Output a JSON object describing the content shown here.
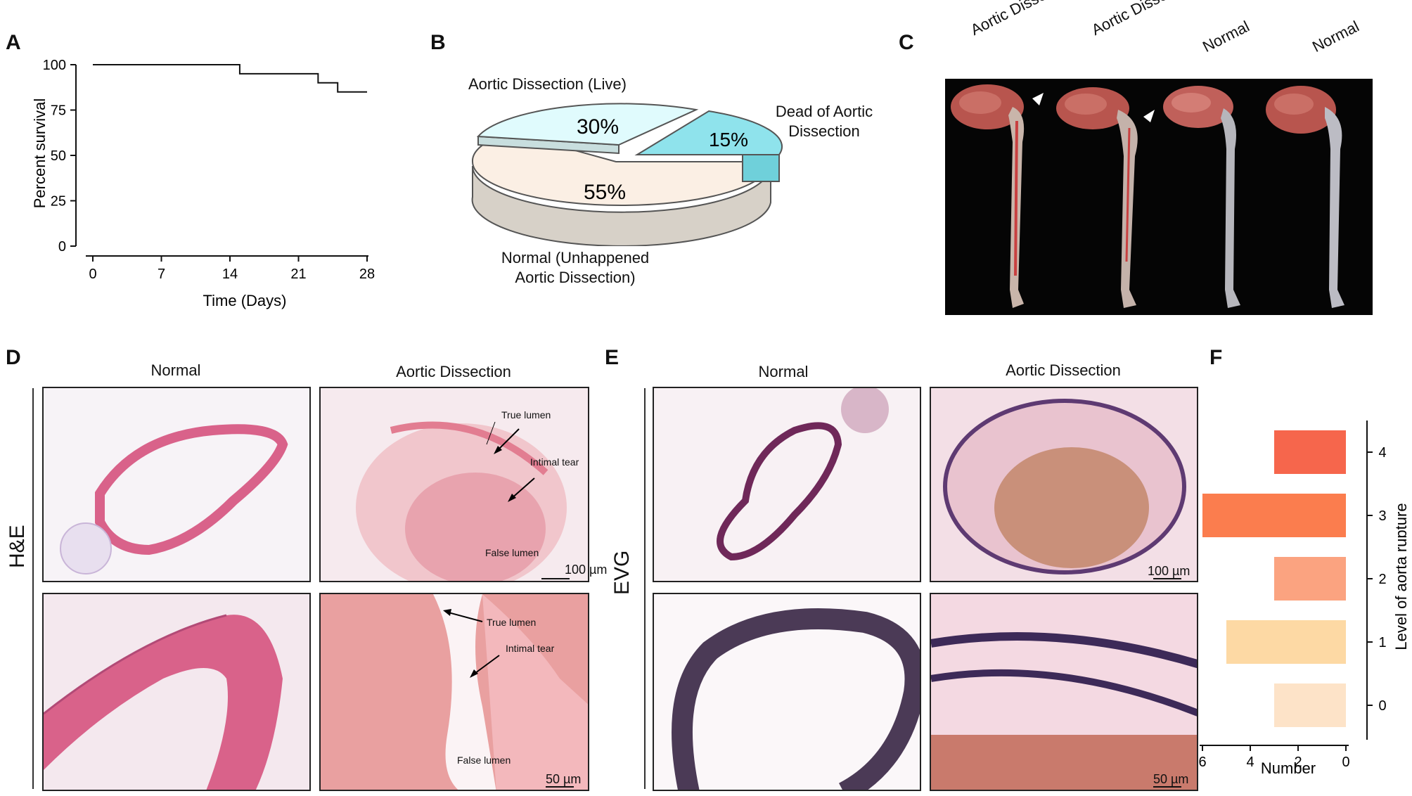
{
  "panels": {
    "A": {
      "label": "A"
    },
    "B": {
      "label": "B"
    },
    "C": {
      "label": "C"
    },
    "D": {
      "label": "D"
    },
    "E": {
      "label": "E"
    },
    "F": {
      "label": "F"
    }
  },
  "survival": {
    "ylabel": "Percent survival",
    "xlabel": "Time (Days)",
    "yticks": [
      "0",
      "25",
      "50",
      "75",
      "100"
    ],
    "xticks": [
      "0",
      "7",
      "14",
      "21",
      "28"
    ]
  },
  "pie": {
    "slices": [
      {
        "label": "Aortic Dissection (Live)",
        "pct": "30%",
        "value": 30,
        "color": "#e0fbfd"
      },
      {
        "label_line1": "Dead of Aortic",
        "label_line2": "Dissection",
        "pct": "15%",
        "value": 15,
        "color": "#8fe3ec"
      },
      {
        "label_line1": "Normal (Unhappened",
        "label_line2": "Aortic Dissection)",
        "pct": "55%",
        "value": 55,
        "color": "#fbefe4"
      }
    ]
  },
  "photo_c": {
    "labels": [
      "Aortic Dissection",
      "Aortic Dissection",
      "Normal",
      "Normal"
    ]
  },
  "histology_he": {
    "row_label": "H&E",
    "col_normal": "Normal",
    "col_ad": "Aortic Dissection",
    "top_annot": {
      "true_lumen": "True lumen",
      "intimal_tear": "Intimal tear",
      "false_lumen": "False lumen"
    },
    "bottom_annot": {
      "true_lumen": "True lumen",
      "intimal_tear": "Intimal tear",
      "false_lumen": "False lumen"
    },
    "scale_top": "100 µm",
    "scale_bottom": "50 µm"
  },
  "histology_evg": {
    "row_label": "EVG",
    "col_normal": "Normal",
    "col_ad": "Aortic Dissection",
    "scale_top": "100 µm",
    "scale_bottom": "50 µm"
  },
  "chart_data": [
    {
      "type": "line",
      "xlabel": "Time (Days)",
      "ylabel": "Percent survival",
      "xlim": [
        0,
        28
      ],
      "ylim": [
        0,
        100
      ],
      "xticks": [
        0,
        7,
        14,
        21,
        28
      ],
      "yticks": [
        0,
        25,
        50,
        75,
        100
      ],
      "step": true,
      "x": [
        0,
        15,
        23,
        25,
        28
      ],
      "y": [
        100,
        95,
        90,
        85,
        85
      ]
    },
    {
      "type": "pie",
      "categories": [
        "Aortic Dissection (Live)",
        "Dead of Aortic Dissection",
        "Normal (Unhappened Aortic Dissection)"
      ],
      "values": [
        30,
        15,
        55
      ]
    },
    {
      "type": "bar",
      "orientation": "horizontal",
      "xlabel": "Number",
      "ylabel": "Level of aorta rupture",
      "categories": [
        "0",
        "1",
        "2",
        "3",
        "4"
      ],
      "values": [
        3,
        5,
        3,
        6,
        3
      ],
      "xlim": [
        6,
        0
      ],
      "xticks": [
        "6",
        "4",
        "2",
        "0"
      ],
      "colors": [
        "#fde3c8",
        "#fdd9a4",
        "#fba380",
        "#fb7d4e",
        "#f6664c"
      ]
    }
  ]
}
